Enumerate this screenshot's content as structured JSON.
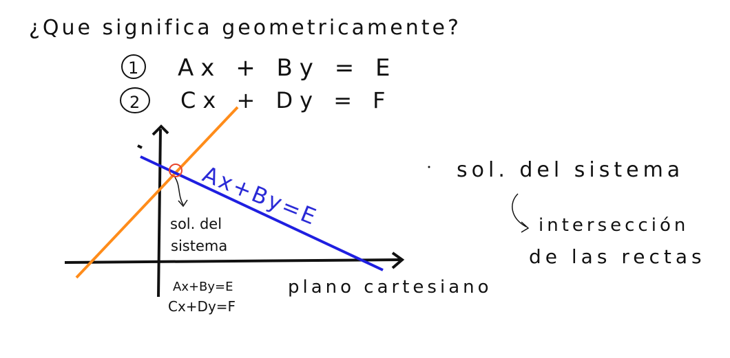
{
  "question": "¿Que significa geometricamente?",
  "equations": [
    {
      "number": "1",
      "text": "Ax + By = E"
    },
    {
      "number": "2",
      "text": "Cx + Dy = F"
    }
  ],
  "line_label_blue": "Ax+By=E",
  "intersection_caption": [
    "sol. del",
    "sistema"
  ],
  "plane_equations": [
    "Ax+By=E",
    "Cx+Dy=F"
  ],
  "plane_label": "plano cartesiano",
  "right_note": {
    "title": "sol. del sistema",
    "explanation": [
      "intersección",
      "de las rectas"
    ]
  },
  "colors": {
    "ink": "#111111",
    "blue_line": "#1f1fe0",
    "orange_line": "#ff8c1a",
    "marker": "#e8442a"
  }
}
